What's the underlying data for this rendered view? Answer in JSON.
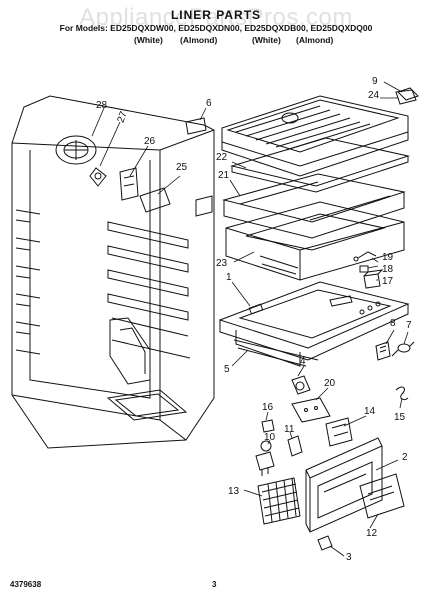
{
  "header": {
    "title": "LINER PARTS",
    "models": "For Models: ED25DQXDW00, ED25DQXDN00, ED25DQXDB00, ED25DQXDQ00",
    "color_labels": [
      "(White)",
      "(Almond)",
      "(White)",
      "(Almond)"
    ]
  },
  "watermark": "AppliancePartsPros.com",
  "footer": {
    "part_number": "4379638",
    "page_number": "3"
  },
  "callouts": [
    "1",
    "2",
    "3",
    "4",
    "5",
    "6",
    "7",
    "8",
    "9",
    "10",
    "11",
    "12",
    "13",
    "14",
    "15",
    "16",
    "17",
    "18",
    "19",
    "20",
    "21",
    "22",
    "23",
    "24",
    "25",
    "26",
    "27",
    "28"
  ]
}
